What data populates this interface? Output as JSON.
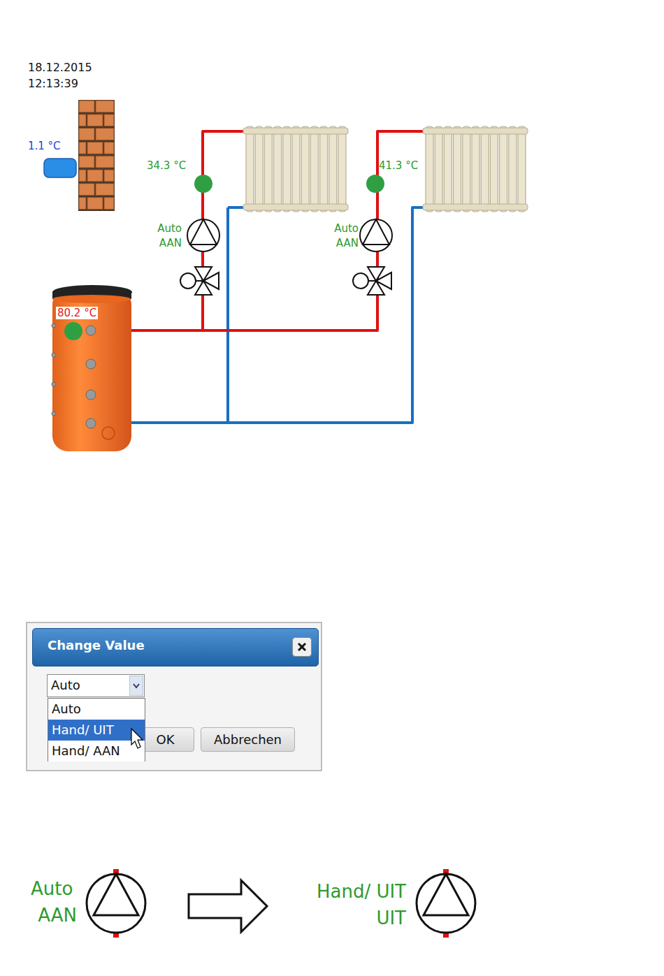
{
  "diagram": {
    "nodes": [
      {
        "text": [
          "Change Value"
        ]
      },
      {
        "text": [
          "Auto"
        ],
        "in": 0
      },
      {
        "text": [
          "Auto",
          "Hand/ UIT",
          "Hand/ AAN"
        ],
        "in": 0
      },
      {
        "text": [
          "OK"
        ],
        "in": 0
      },
      {
        "text": [
          "Abbrechen"
        ],
        "in": 0
      }
    ],
    "labels": [
      "18.12.2015",
      "12:13:39",
      "1.1 °C",
      "34.3 °C",
      "41.3 °C",
      "Auto",
      "AAN",
      "Auto",
      "AAN",
      "80.2 °C",
      "Auto",
      "AAN",
      "Hand/ UIT",
      "UIT"
    ]
  }
}
